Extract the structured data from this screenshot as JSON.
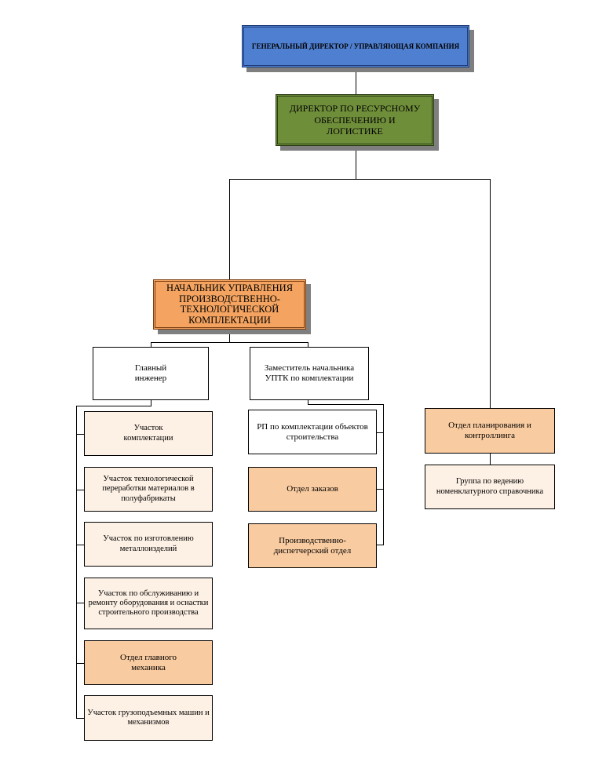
{
  "org_chart": {
    "general_director": "ГЕНЕРАЛЬНЫЙ ДИРЕКТОР / УПРАВЛЯЮЩАЯ КОМПАНИЯ",
    "director_logistics": "ДИРЕКТОР ПО РЕСУРСНОМУ ОБЕСПЕЧЕНИЮ И ЛОГИСТИКЕ",
    "head_uptk": "НАЧАЛЬНИК УПРАВЛЕНИЯ ПРОИЗВОДСТВЕННО-ТЕХНОЛОГИЧЕСКОЙ КОМПЛЕКТАЦИИ",
    "chief_engineer": "Главный инженер",
    "deputy_head": "Заместитель начальника УПТК по комплектации",
    "chief_engineer_units": [
      "Участок комплектации",
      "Участок технологической переработки материалов в полуфабрикаты",
      "Участок по изготовлению металлоизделий",
      "Участок по обслуживанию и ремонту оборудования и оснастки строительного производства",
      "Отдел главного механика",
      "Участок грузоподъемных машин и механизмов"
    ],
    "deputy_units": [
      "РП по комплектации объектов строительства",
      "Отдел заказов",
      "Производственно-диспетчерский отдел"
    ],
    "planning_dept": "Отдел планирования и контроллинга",
    "nomenclature_group": "Группа по ведению номенклатурного справочника"
  }
}
